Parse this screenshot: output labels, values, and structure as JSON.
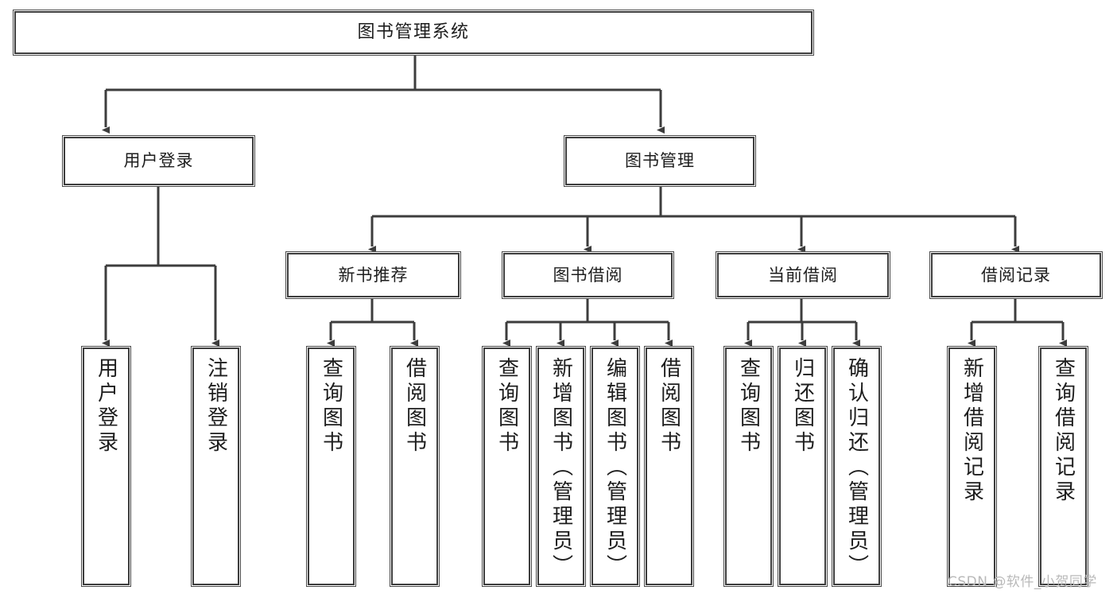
{
  "diagram": {
    "type": "tree",
    "orientation": "top-down",
    "root": {
      "id": "root",
      "label": "图书管理系统"
    },
    "level2": [
      {
        "id": "user-login",
        "label": "用户登录"
      },
      {
        "id": "book-manage",
        "label": "图书管理"
      }
    ],
    "level3": [
      {
        "id": "new-book-rec",
        "label": "新书推荐",
        "parent": "book-manage"
      },
      {
        "id": "book-borrow",
        "label": "图书借阅",
        "parent": "book-manage"
      },
      {
        "id": "current-borrow",
        "label": "当前借阅",
        "parent": "book-manage"
      },
      {
        "id": "borrow-record",
        "label": "借阅记录",
        "parent": "book-manage"
      }
    ],
    "leaves": [
      {
        "id": "leaf-user-login",
        "label": "用户登录",
        "parent": "user-login"
      },
      {
        "id": "leaf-logout",
        "label": "注销登录",
        "parent": "user-login"
      },
      {
        "id": "leaf-query-book-1",
        "label": "查询图书",
        "parent": "new-book-rec"
      },
      {
        "id": "leaf-borrow-book-1",
        "label": "借阅图书",
        "parent": "new-book-rec"
      },
      {
        "id": "leaf-query-book-2",
        "label": "查询图书",
        "parent": "book-borrow"
      },
      {
        "id": "leaf-add-book",
        "label": "新增图书（管理员）",
        "parent": "book-borrow"
      },
      {
        "id": "leaf-edit-book",
        "label": "编辑图书（管理员）",
        "parent": "book-borrow"
      },
      {
        "id": "leaf-borrow-book-2",
        "label": "借阅图书",
        "parent": "book-borrow"
      },
      {
        "id": "leaf-query-book-3",
        "label": "查询图书",
        "parent": "current-borrow"
      },
      {
        "id": "leaf-return-book",
        "label": "归还图书",
        "parent": "current-borrow"
      },
      {
        "id": "leaf-confirm-return",
        "label": "确认归还（管理员）",
        "parent": "current-borrow"
      },
      {
        "id": "leaf-add-record",
        "label": "新增借阅记录",
        "parent": "borrow-record"
      },
      {
        "id": "leaf-query-record",
        "label": "查询借阅记录",
        "parent": "borrow-record"
      }
    ],
    "colors": {
      "box_border": "#3d3d3d",
      "box_fill": "#ffffff",
      "connector": "#3d3d3d",
      "text": "#1d1d1d",
      "watermark": "#b9b9b9",
      "background": "#ffffff"
    }
  },
  "watermark": {
    "text": "CSDN @软件_小贺同学"
  }
}
